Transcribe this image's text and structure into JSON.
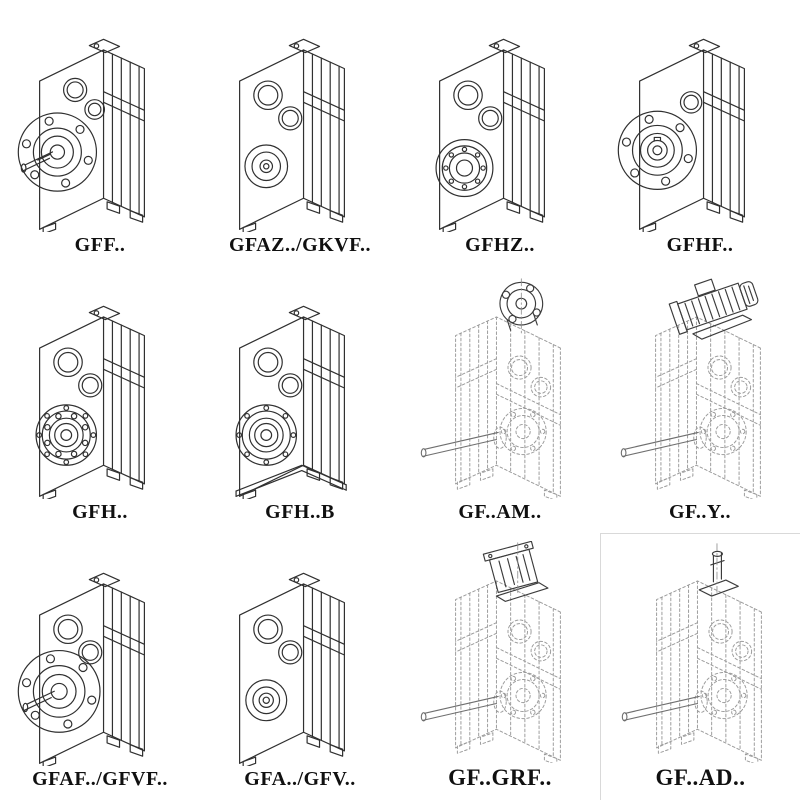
{
  "page": {
    "background": "#ffffff",
    "kind": "gearbox-mounting-variants-catalog"
  },
  "colors": {
    "line": "#303030",
    "phantom_line": "#9b9b9b",
    "attachment_line": "#3c3c3c",
    "label_text": "#101010",
    "background": "#ffffff"
  },
  "catalog": {
    "items": [
      {
        "id": "gff",
        "label": "GFF..",
        "drawing": "parallel-shaft-gearbox-output-flange-solid-shaft",
        "line_style": "solid"
      },
      {
        "id": "gfaz-gkvf",
        "label": "GFAZ../GKVF..",
        "drawing": "parallel-shaft-gearbox-shaft-mounted-hub",
        "line_style": "solid"
      },
      {
        "id": "gfhz",
        "label": "GFHZ..",
        "drawing": "parallel-shaft-gearbox-hollow-shaft",
        "line_style": "solid"
      },
      {
        "id": "gfhf",
        "label": "GFHF..",
        "drawing": "parallel-shaft-gearbox-flange-hollow-shaft",
        "line_style": "solid"
      },
      {
        "id": "gfh",
        "label": "GFH..",
        "drawing": "parallel-shaft-gearbox-hollow-shaft-bearing-view",
        "line_style": "solid"
      },
      {
        "id": "gfh-b",
        "label": "GFH..B",
        "drawing": "parallel-shaft-gearbox-foot-mounted",
        "line_style": "solid"
      },
      {
        "id": "gf-am",
        "label": "GF..AM..",
        "drawing": "gearbox-phantom-with-iec-adapter-flange",
        "line_style": "phantom"
      },
      {
        "id": "gf-y",
        "label": "GF..Y..",
        "drawing": "gearbox-phantom-with-mounted-motor",
        "line_style": "phantom"
      },
      {
        "id": "gfaf-gfvf",
        "label": "GFAF../GFVF..",
        "drawing": "parallel-shaft-gearbox-large-output-flange-shaft",
        "line_style": "solid"
      },
      {
        "id": "gfa-gfv",
        "label": "GFA../GFV..",
        "drawing": "parallel-shaft-gearbox-shaft-mounted-hub",
        "line_style": "solid"
      },
      {
        "id": "gf-grf",
        "label": "GF..GRF..",
        "drawing": "gearbox-phantom-with-input-adapter-block",
        "line_style": "phantom"
      },
      {
        "id": "gf-ad",
        "label": "GF..AD..",
        "drawing": "gearbox-phantom-with-free-input-shaft",
        "line_style": "phantom"
      }
    ]
  }
}
